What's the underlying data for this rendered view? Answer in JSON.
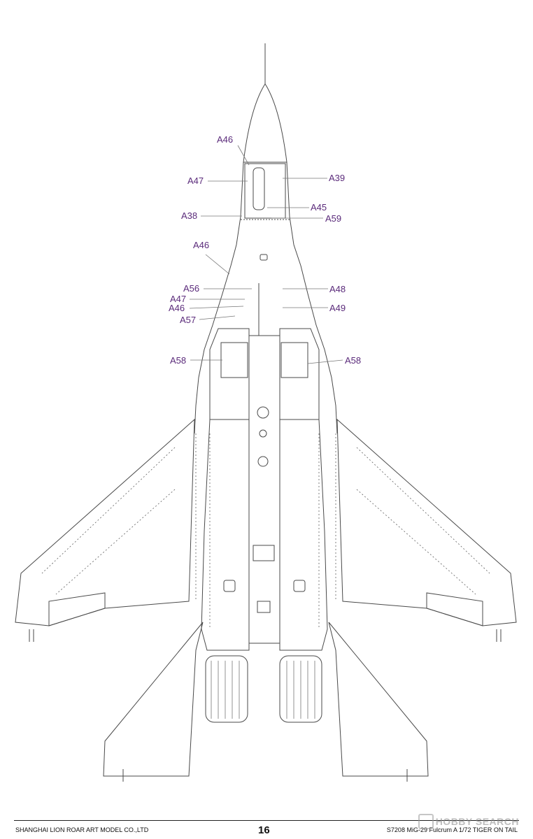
{
  "callouts": [
    {
      "id": "A46_top",
      "label": "A46"
    },
    {
      "id": "A39",
      "label": "A39"
    },
    {
      "id": "A47_top",
      "label": "A47"
    },
    {
      "id": "A45",
      "label": "A45"
    },
    {
      "id": "A38",
      "label": "A38"
    },
    {
      "id": "A59",
      "label": "A59"
    },
    {
      "id": "A46_mid",
      "label": "A46"
    },
    {
      "id": "A56",
      "label": "A56"
    },
    {
      "id": "A48",
      "label": "A48"
    },
    {
      "id": "A47_mid",
      "label": "A47"
    },
    {
      "id": "A46_low",
      "label": "A46"
    },
    {
      "id": "A49",
      "label": "A49"
    },
    {
      "id": "A57",
      "label": "A57"
    },
    {
      "id": "A58_left",
      "label": "A58"
    },
    {
      "id": "A58_right",
      "label": "A58"
    }
  ],
  "footer": {
    "company": "SHANGHAI LION ROAR ART MODEL CO.,LTD",
    "page_number": "16",
    "product": "S7208 MiG-29 Fulcrum A 1/72 TIGER ON TAIL"
  },
  "watermark": {
    "text": "HOBBY SEARCH",
    "icon": "hobbysearch-logo-icon"
  },
  "colors": {
    "line_art": "#4a4a4a",
    "callout_text": "#5a2a7a",
    "leader_line": "#777777"
  }
}
